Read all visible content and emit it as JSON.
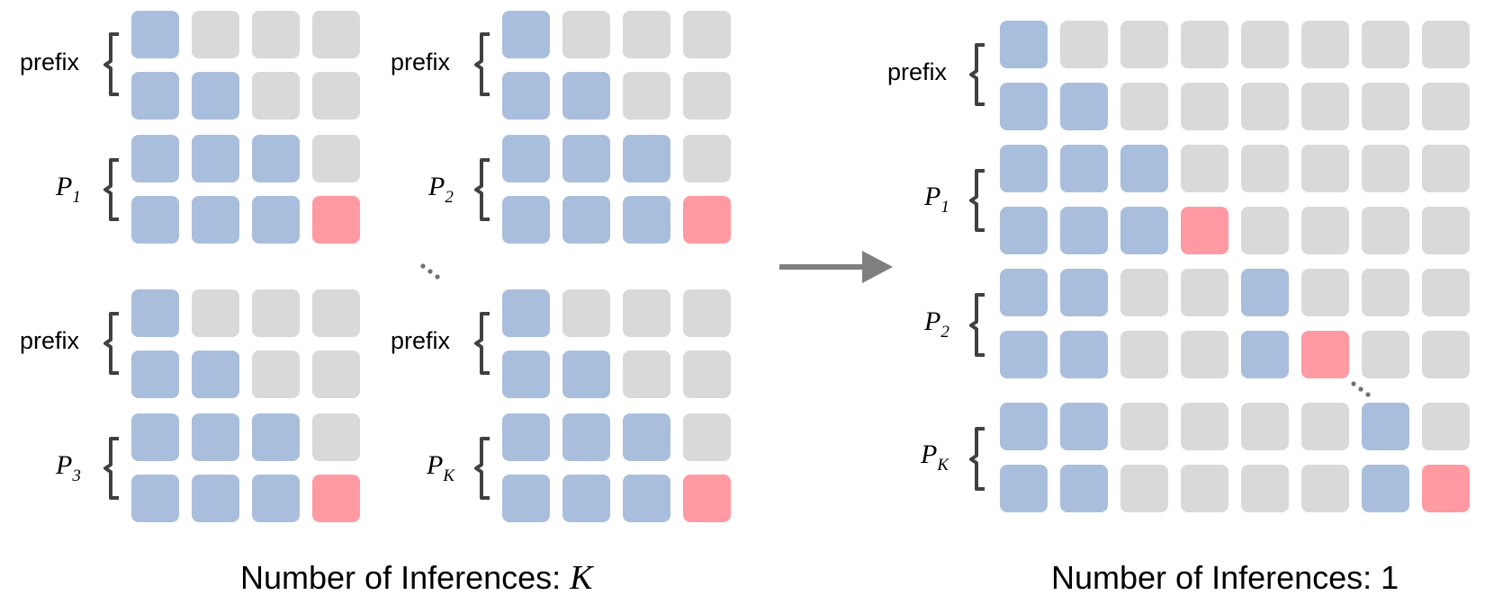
{
  "colors": {
    "attend": "#a9bedc",
    "masked": "#d9d9d9",
    "predict": "#ff9aa2",
    "bracket": "#404040",
    "arrow": "#7f7f7f"
  },
  "labels": {
    "prefix": "prefix",
    "p_letter": "P",
    "p1_sub": "1",
    "p2_sub": "2",
    "p3_sub": "3",
    "pk_sub": "K"
  },
  "captions": {
    "left_text": "Number of Inferences: ",
    "left_var": "K",
    "right_text": "Number of Inferences: 1"
  },
  "left_matrices": [
    {
      "id": "tl",
      "prefix_rows": [
        "1000",
        "1100"
      ],
      "p_rows": [
        "1110",
        "111P"
      ],
      "p_sub": "1"
    },
    {
      "id": "tr",
      "prefix_rows": [
        "1000",
        "1100"
      ],
      "p_rows": [
        "1110",
        "111P"
      ],
      "p_sub": "2"
    },
    {
      "id": "bl",
      "prefix_rows": [
        "1000",
        "1100"
      ],
      "p_rows": [
        "1110",
        "111P"
      ],
      "p_sub": "3"
    },
    {
      "id": "br",
      "prefix_rows": [
        "1000",
        "1100"
      ],
      "p_rows": [
        "1110",
        "111P"
      ],
      "p_sub": "K"
    }
  ],
  "right_matrix": {
    "rows": [
      "10000000",
      "11000000",
      "11100000",
      "111P0000",
      "11001000",
      "11001P00",
      "11000010",
      "1100001P"
    ],
    "groups": [
      {
        "label": "prefix",
        "rows": [
          0,
          1
        ]
      },
      {
        "label": "P1",
        "rows": [
          2,
          3
        ]
      },
      {
        "label": "P2",
        "rows": [
          4,
          5
        ]
      },
      {
        "label": "PK",
        "rows": [
          6,
          7
        ]
      }
    ]
  }
}
